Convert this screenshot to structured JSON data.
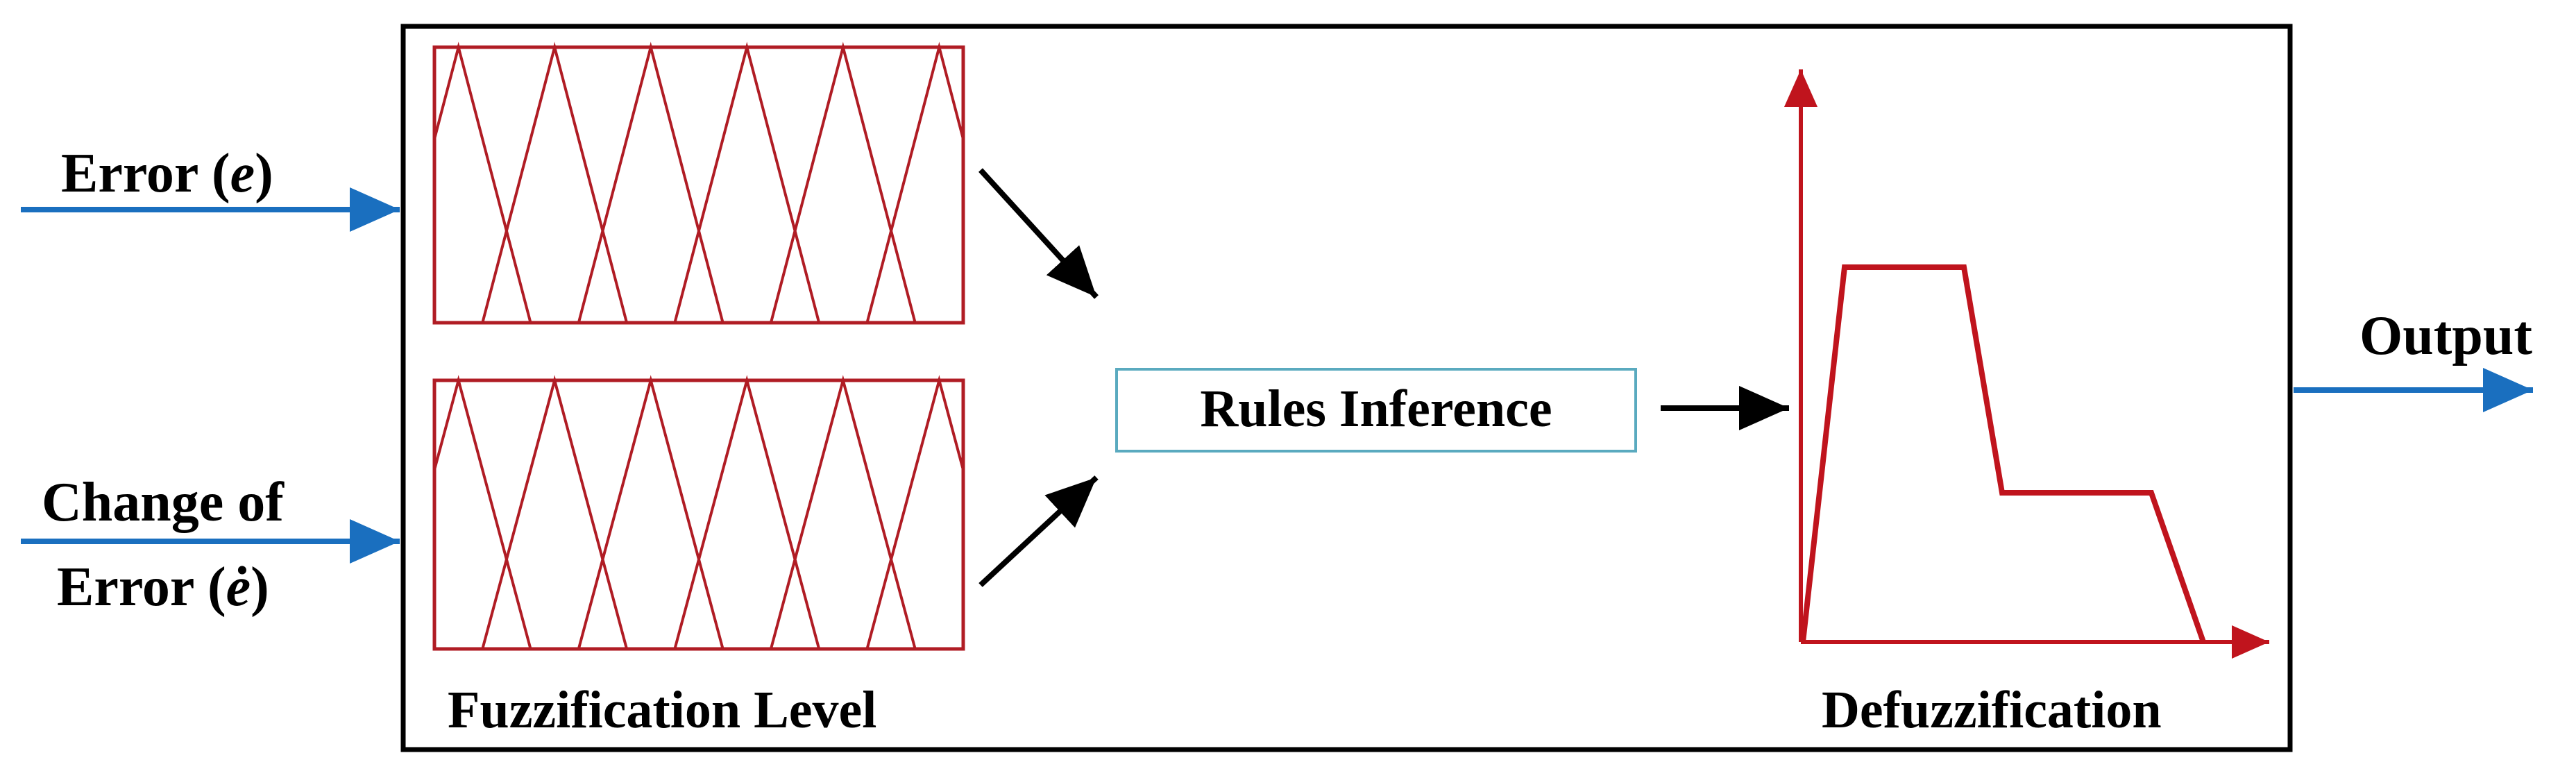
{
  "inputs": {
    "error_label": "Error (",
    "error_symbol": "e",
    "error_close": ")",
    "change_label_line1": "Change of",
    "change_label_line2": "Error (",
    "change_symbol": "ė",
    "change_close": ")"
  },
  "blocks": {
    "fuzzification_label": "Fuzzification Level",
    "rules_label": "Rules Inference",
    "defuzzification_label": "Defuzzification"
  },
  "output": {
    "label": "Output"
  },
  "colors": {
    "input_arrow": "#1a6fbf",
    "membership": "#b01c24",
    "rules_box_border": "#5aaabf",
    "flow_arrow": "#000000"
  },
  "membership_functions": {
    "sets_per_input": 6
  }
}
